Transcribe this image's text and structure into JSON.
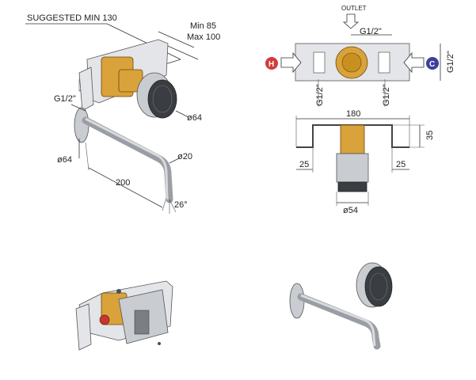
{
  "labels": {
    "suggested_min": "SUGGESTED MIN 130",
    "min85": "Min 85",
    "max100": "Max 100",
    "g12_left": "G1/2\"",
    "d64_knob": "ø64",
    "d64_plate": "ø64",
    "d20": "ø20",
    "len200": "200",
    "angle26": "26°",
    "outlet": "OUTLET",
    "g12_top": "G1/2\"",
    "hot": "H",
    "cold": "C",
    "g12_right": "G1/2\"",
    "g12_bl": "G1/2\"",
    "g12_br": "G1/2\"",
    "w180": "180",
    "h35": "35",
    "w25_left": "25",
    "w25_right": "25",
    "d54": "ø54"
  },
  "colors": {
    "hot_badge": "#d23b3b",
    "cold_badge": "#3b3f9e",
    "brass": "#d9a23a",
    "metal": "#c9ccd0",
    "knob": "#3a3d42"
  }
}
